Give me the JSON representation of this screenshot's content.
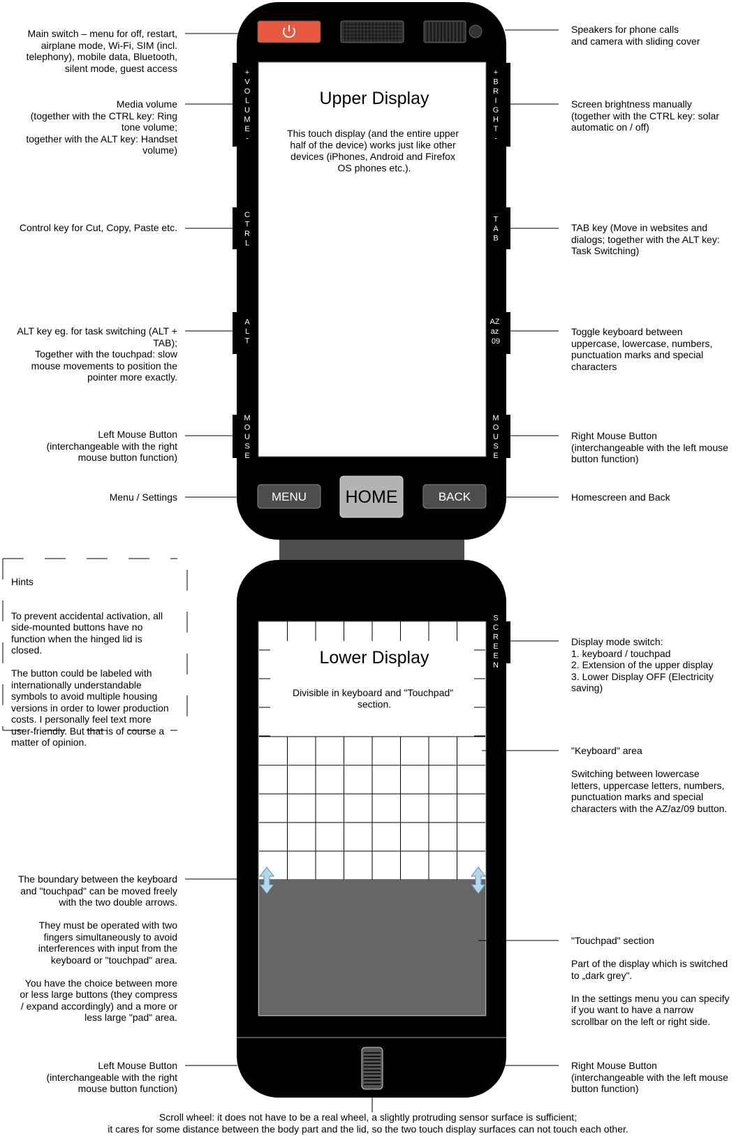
{
  "device": {
    "upper_title": "Upper Display",
    "upper_desc": [
      "This touch display (and the entire upper",
      "half of the device) works just like other",
      "devices (iPhones, Android and Firefox",
      "OS phones etc.)."
    ],
    "lower_title": "Lower Display",
    "lower_desc": [
      "Divisible in keyboard and \"Touchpad\"",
      "section."
    ],
    "buttons": {
      "menu": "MENU",
      "home": "HOME",
      "back": "BACK"
    },
    "side_keys": {
      "volume": "+VOLUME-",
      "bright": "+BRIGHT-",
      "ctrl": "CTRL",
      "tab": "TAB",
      "alt": "ALT",
      "case_toggle": [
        "AZ",
        "az",
        "09"
      ],
      "mouse_left": "MOUSE",
      "mouse_right": "MOUSE",
      "screen": "SCREEN"
    },
    "colors": {
      "body": "#000000",
      "power": "#e8583f",
      "home": "#b3b3b3",
      "touchpad": "#666666",
      "hinge": "#4d4d4d",
      "arrow": "#b4d7ee"
    }
  },
  "annotations": {
    "main_switch": "Main switch – menu for off, restart,\nairplane mode, Wi-Fi, SIM (incl.\ntelephony), mobile data, Bluetooth,\nsilent mode, guest access",
    "speakers": "Speakers for phone calls\nand camera with sliding cover",
    "media_volume": "Media volume\n(together with the CTRL key: Ring\ntone volume;\ntogether with the ALT key: Handset\nvolume)",
    "brightness": "Screen brightness manually\n(together with the CTRL key: solar\nautomatic on / off)",
    "control_key": "Control key for Cut, Copy, Paste etc.",
    "tab_key": "TAB key (Move in websites and\ndialogs; together with the ALT key:\nTask Switching)",
    "alt_key": "ALT key eg. for task switching (ALT +\nTAB);\nTogether with the touchpad: slow\nmouse movements to position the\npointer more exactly.",
    "toggle_keyboard": "Toggle keyboard between\nuppercase, lowercase, numbers,\npunctuation marks and special\ncharacters",
    "left_mouse_upper": "Left Mouse Button\n(interchangeable with the right\nmouse button function)",
    "right_mouse_upper": "Right Mouse Button\n(interchangeable with the left mouse\nbutton function)",
    "menu_settings": "Menu / Settings",
    "home_back": "Homescreen and Back",
    "display_mode": "Display mode switch:\n1. keyboard / touchpad\n2. Extension of the upper display\n3. Lower Display OFF (Electricity\nsaving)",
    "keyboard_area": "\"Keyboard\" area\n\nSwitching between lowercase\nletters, uppercase letters, numbers,\npunctuation marks and special\ncharacters with the AZ/az/09 button.",
    "boundary": "The boundary between the keyboard\nand \"touchpad\" can be moved freely\nwith the two double arrows.\n\nThey must be operated with two\nfingers simultaneously to avoid\ninterferences with input from the\nkeyboard or \"touchpad\" area.\n\nYou have the choice between more\nor less large buttons (they compress\n/ expand accordingly) and a more or\nless large \"pad\" area.",
    "touchpad_section": "\"Touchpad\" section\n\nPart of the display which is switched\nto „dark grey\".\n\nIn the settings menu you can specify\nif you want to have a narrow\nscrollbar on the left or right side.",
    "left_mouse_lower": "Left Mouse Button\n(interchangeable with the right\nmouse button function)",
    "right_mouse_lower": "Right Mouse Button\n(interchangeable with the left mouse\nbutton function)",
    "scroll_wheel": "Scroll wheel: it does not have to be a real wheel, a slightly protruding sensor surface is sufficient;\nit cares for some distance between the body part and the lid, so the two touch display surfaces can not touch each other."
  },
  "hints": {
    "title": "Hints",
    "text": "To prevent accidental activation, all\nside-mounted buttons have no\nfunction when the hinged lid is\nclosed.\n\nThe button could be labeled with\ninternationally understandable\nsymbols to avoid multiple housing\nversions in order to lower production\ncosts. I personally feel text more\nuser-friendly. But that is of course a\nmatter of opinion."
  }
}
